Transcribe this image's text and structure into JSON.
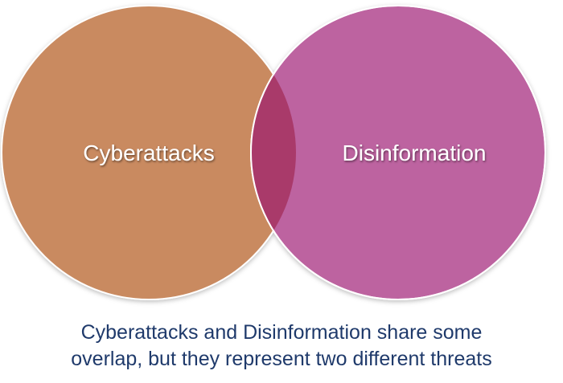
{
  "diagram": {
    "type": "venn",
    "sets": [
      {
        "label": "Cyberattacks",
        "color": "#c98a61"
      },
      {
        "label": "Disinformation",
        "color": "#bd63a0"
      }
    ],
    "overlap_color": "#a93a6a",
    "outline_color": "#ffffff"
  },
  "caption": {
    "line1": "Cyberattacks and Disinformation share some",
    "line2": "overlap, but they represent two different threats"
  }
}
